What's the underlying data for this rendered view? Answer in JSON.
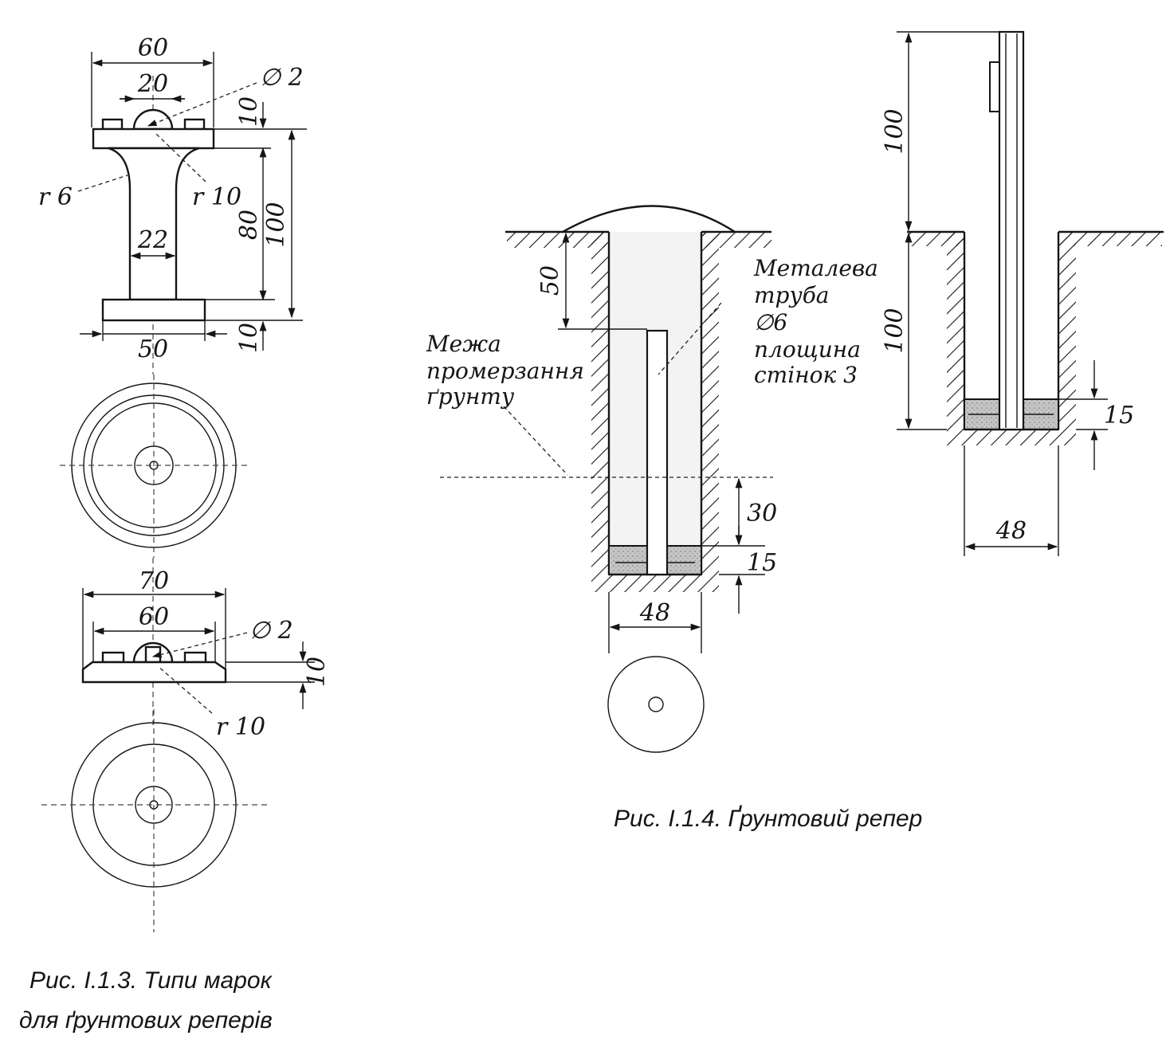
{
  "figure_1_3": {
    "caption_line1": "Рис. І.1.3. Типи марок",
    "caption_line2": "для ґрунтових реперів",
    "mark_a": {
      "width_top": "60",
      "width_hole_span": "20",
      "hole_diameter": "∅ 2",
      "cap_height": "10",
      "fillet_small": "r 6",
      "fillet_large": "r 10",
      "neck_width": "22",
      "stem_height": "80",
      "total_height": "100",
      "base_height": "10",
      "base_width": "50"
    },
    "mark_b": {
      "width_outer": "70",
      "width_inner": "60",
      "hole_diameter": "∅ 2",
      "height": "10",
      "fillet": "r 10"
    }
  },
  "figure_1_4": {
    "caption": "Рис. І.1.4. Ґрунтовий репер",
    "left": {
      "depth_top": "50",
      "pipe_label_1": "Металева",
      "pipe_label_2": "труба",
      "pipe_label_3": "∅6",
      "pipe_label_4": "площина",
      "pipe_label_5": "стінок 3",
      "frost_label_1": "Межа",
      "frost_label_2": "промерзання",
      "frost_label_3": "ґрунту",
      "below_frost": "30",
      "concrete": "15",
      "width": "48"
    },
    "right": {
      "above_ground": "100",
      "below_ground": "100",
      "concrete": "15",
      "width": "48"
    }
  }
}
